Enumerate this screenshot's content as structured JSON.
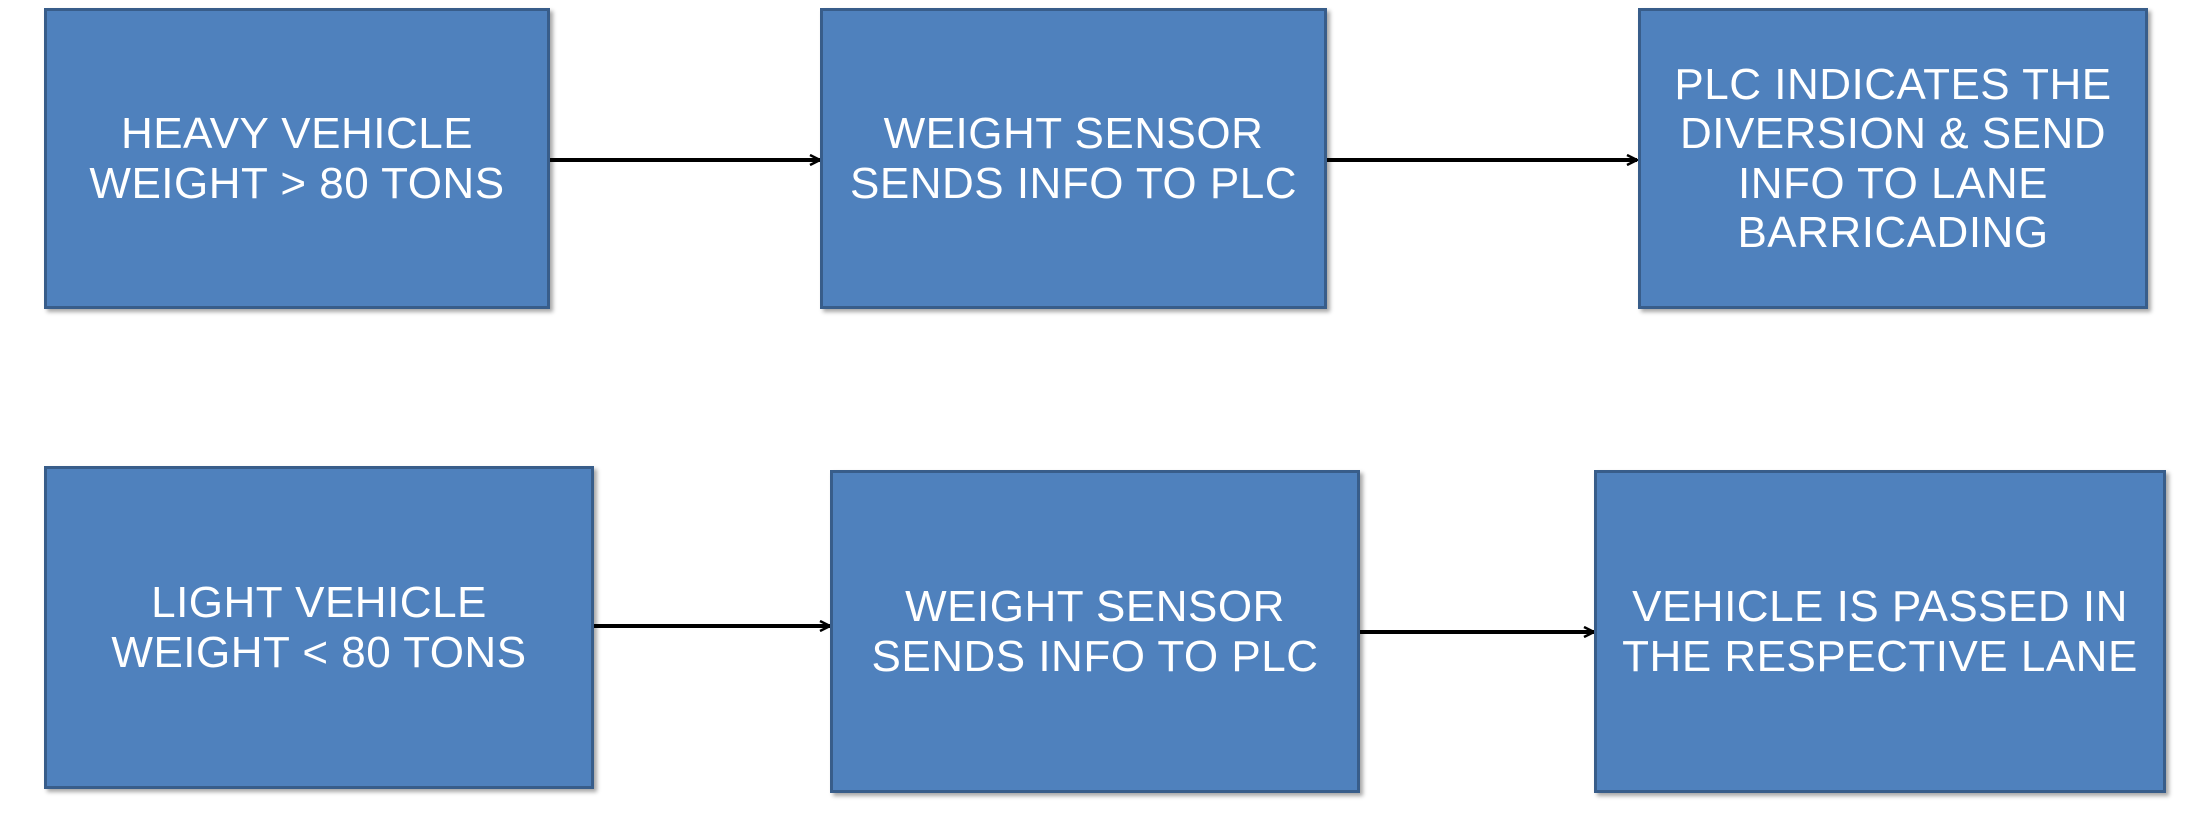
{
  "rows": [
    {
      "nodes": [
        {
          "text": "HEAVY VEHICLE WEIGHT > 80 TONS"
        },
        {
          "text": "WEIGHT SENSOR SENDS INFO TO PLC"
        },
        {
          "text": "PLC INDICATES THE DIVERSION & SEND INFO TO LANE BARRICADING"
        }
      ]
    },
    {
      "nodes": [
        {
          "text": "LIGHT VEHICLE WEIGHT < 80 TONS"
        },
        {
          "text": "WEIGHT SENSOR SENDS INFO TO PLC"
        },
        {
          "text": "VEHICLE IS PASSED IN THE RESPECTIVE LANE"
        }
      ]
    }
  ],
  "colors": {
    "box_fill": "#4f81bd",
    "box_border": "#385d8a",
    "text": "#ffffff",
    "arrow": "#000000"
  }
}
